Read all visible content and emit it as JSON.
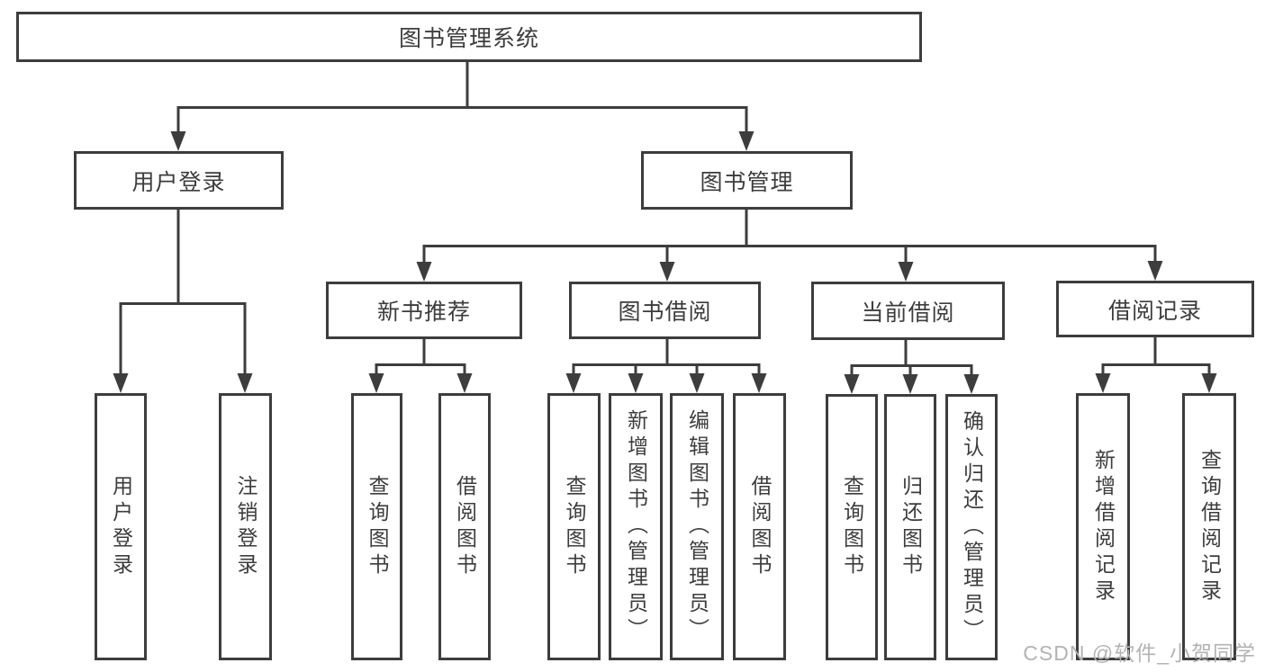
{
  "diagram": {
    "root": {
      "label": "图书管理系统"
    },
    "branches": [
      {
        "label": "用户登录",
        "children": [
          {
            "label": "用户登录"
          },
          {
            "label": "注销登录"
          }
        ]
      },
      {
        "label": "图书管理",
        "children": [
          {
            "label": "新书推荐",
            "children": [
              {
                "label": "查询图书"
              },
              {
                "label": "借阅图书"
              }
            ]
          },
          {
            "label": "图书借阅",
            "children": [
              {
                "label": "查询图书"
              },
              {
                "label": "新增图书（管理员）"
              },
              {
                "label": "编辑图书（管理员）"
              },
              {
                "label": "借阅图书"
              }
            ]
          },
          {
            "label": "当前借阅",
            "children": [
              {
                "label": "查询图书"
              },
              {
                "label": "归还图书"
              },
              {
                "label": "确认归还（管理员）"
              }
            ]
          },
          {
            "label": "借阅记录",
            "children": [
              {
                "label": "新增借阅记录"
              },
              {
                "label": "查询借阅记录"
              }
            ]
          }
        ]
      }
    ],
    "watermark": "CSDN @软件_小贺同学",
    "colors": {
      "line": "#3d3d3d",
      "text": "#3d3d3d",
      "watermark": "#b3b3b3",
      "background": "#ffffff"
    }
  }
}
